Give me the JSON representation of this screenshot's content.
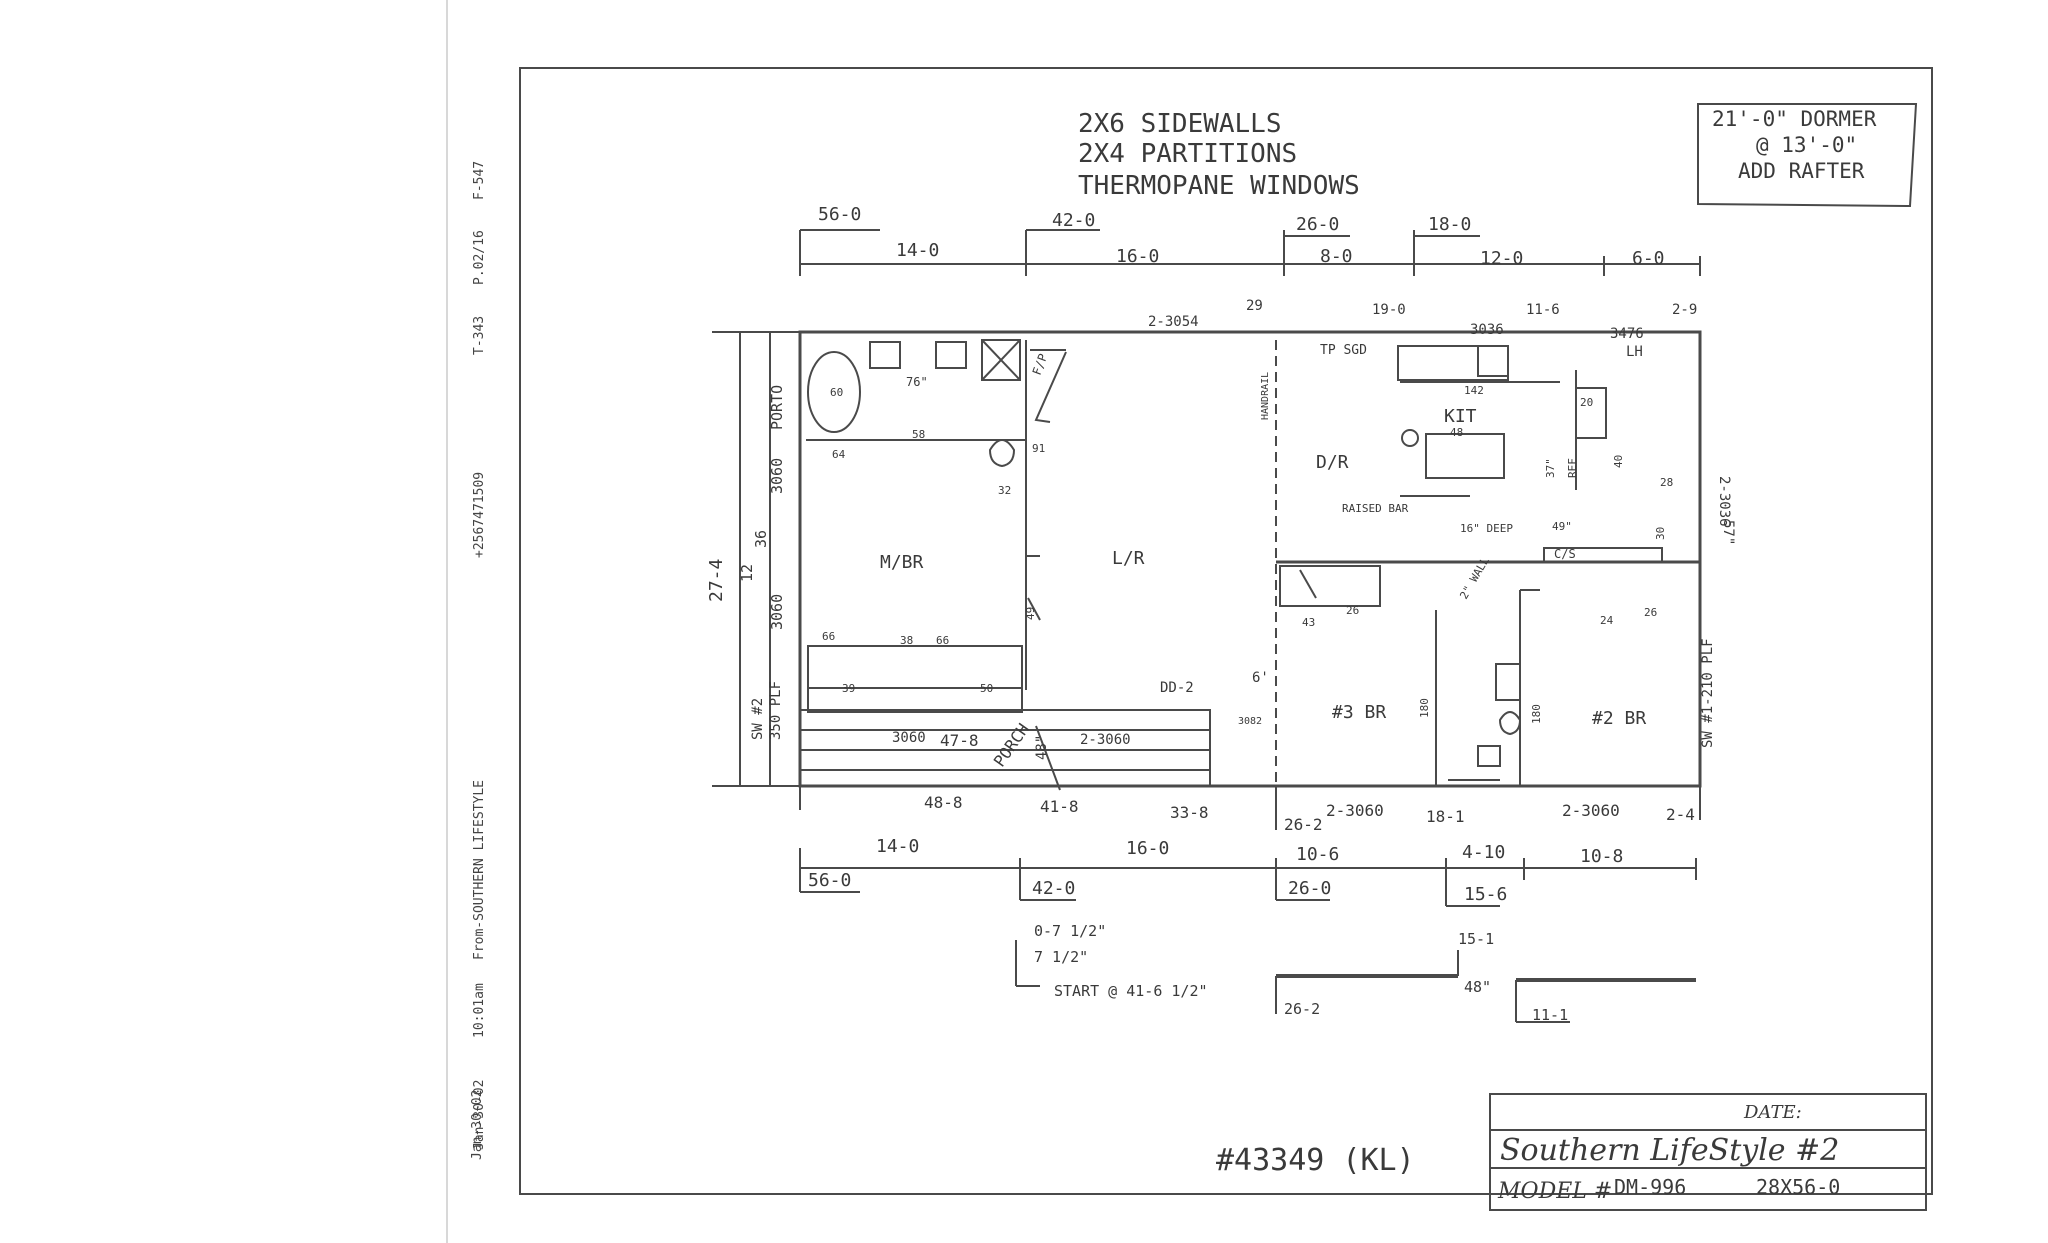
{
  "fax_header": {
    "date": "Jan-30-02",
    "time": "10:01am",
    "from": "From-SOUTHERN LIFESTYLE",
    "fax_number": "+2567471509",
    "ref": "T-343",
    "page": "P.02/16",
    "form": "F-547"
  },
  "notes": {
    "sidewalls": "2X6 SIDEWALLS",
    "partitions": "2X4 PARTITIONS",
    "windows": "THERMOPANE WINDOWS"
  },
  "dormer_note": {
    "line1": "21'-0\" DORMER",
    "line2": "@ 13'-0\"",
    "line3": "ADD RAFTER"
  },
  "top_dimensions": {
    "overall": [
      "56-0",
      "42-0",
      "26-0",
      "18-0"
    ],
    "segments": [
      "14-0",
      "16-0",
      "8-0",
      "12-0",
      "6-0"
    ],
    "above_walls": [
      "2-3054",
      "29",
      "19-0",
      "3036",
      "11-6",
      "3476",
      "LH",
      "2-9",
      "TP SGD"
    ]
  },
  "rooms": {
    "master_bedroom": "M/BR",
    "living_room": "L/R",
    "dining_room": "D/R",
    "kitchen": "KIT",
    "bedroom3": "#3 BR",
    "bedroom2": "#2 BR",
    "porch": "PORCH"
  },
  "left_labels": {
    "porto": "PORTO",
    "w3060a": "3060",
    "w36": "36",
    "w12": "12",
    "w3060b": "3060",
    "overall_width": "27-4",
    "sidewall2_a": "SW #2",
    "sidewall2_b": "350 PLF"
  },
  "right_labels": {
    "w2_3036": "2-3036",
    "dim57": "57\"",
    "sidewall1": "SW #1-210 PLF"
  },
  "interior_labels": {
    "tub": "60",
    "w76": "76\"",
    "fp": "F/P",
    "w58": "58",
    "w64": "64",
    "w32": "32",
    "w91": "91",
    "handrail": "HANDRAIL",
    "island": "48",
    "raised_bar": "RAISED BAR",
    "deep16": "16\" DEEP",
    "w49": "49\"",
    "cs": "C/S",
    "wall2": "2\" WALL",
    "w43": "43",
    "w26a": "26",
    "w24": "24",
    "w26b": "26",
    "w66a": "66",
    "w38": "38",
    "w66b": "66",
    "w39": "39",
    "w50": "50",
    "w180a": "180",
    "w180b": "180",
    "dd2": "DD-2",
    "six": "6'",
    "w142": "142",
    "ref": "REF",
    "w37": "37\"",
    "w28": "28",
    "w30": "30",
    "w20": "20",
    "w40": "40",
    "w49b": "49"
  },
  "porch_labels": {
    "w3060": "3060",
    "d47_8": "47-8",
    "w48": "48\"",
    "w2_3060": "2-3060",
    "w3082": "3082"
  },
  "bottom_window_dims": [
    "48-8",
    "41-8",
    "33-8",
    "26-2",
    "2-3060",
    "18-1",
    "2-3060",
    "2-4"
  ],
  "bottom_dimensions": {
    "segments": [
      "14-0",
      "16-0",
      "10-6",
      "4-10",
      "10-8"
    ],
    "overall": [
      "56-0",
      "42-0",
      "26-0",
      "15-6"
    ]
  },
  "detail_notes": {
    "line1": "0-7 1/2\"",
    "line2": "7 1/2\"",
    "line3": "START @ 41-6 1/2\"",
    "d15_1": "15-1",
    "d48": "48\"",
    "d26_2": "26-2",
    "d11_1": "11-1"
  },
  "job_number": "#43349 (KL)",
  "title_block": {
    "date_label": "DATE:",
    "name": "Southern LifeStyle #2",
    "model_label": "MODEL #",
    "model_number": "DM-996",
    "size": "28X56-0"
  }
}
